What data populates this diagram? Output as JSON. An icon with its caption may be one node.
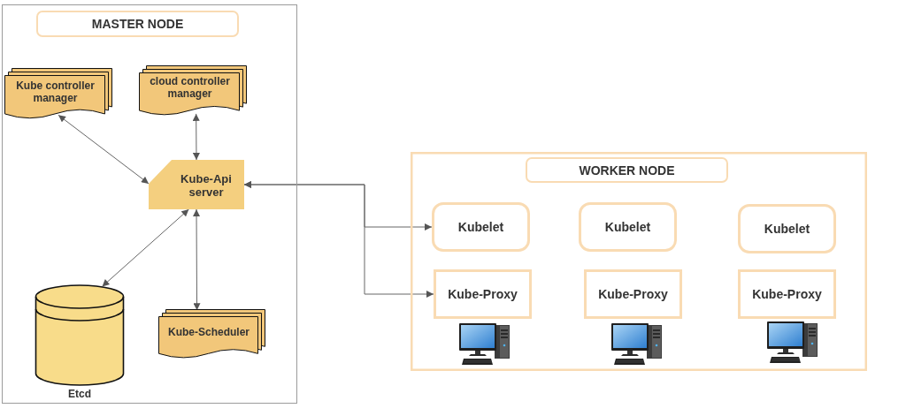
{
  "diagram": {
    "nodes": [
      {
        "text": [],
        "shape": "box"
      },
      {
        "text": [
          "MASTER NODE"
        ],
        "in": 0
      },
      {
        "text": [
          "Kube controller manager"
        ],
        "in": 0
      },
      {
        "text": [
          "cloud controller manager"
        ],
        "in": 0
      },
      {
        "text": [
          "Kube-Api server"
        ],
        "in": 0
      },
      {
        "text": [
          "Etcd"
        ],
        "in": 0
      },
      {
        "text": [
          "Kube-Scheduler"
        ],
        "in": 0
      },
      {
        "text": [],
        "shape": "box"
      },
      {
        "text": [
          "WORKER NODE"
        ],
        "in": 7
      },
      {
        "text": [
          "Kubelet"
        ],
        "in": 7
      },
      {
        "text": [
          "Kubelet"
        ],
        "in": 7
      },
      {
        "text": [
          "Kubelet"
        ],
        "in": 7
      },
      {
        "text": [
          "Kube-Proxy"
        ],
        "in": 7
      },
      {
        "text": [
          "Kube-Proxy"
        ],
        "in": 7
      },
      {
        "text": [
          "Kube-Proxy"
        ],
        "in": 7
      }
    ],
    "edges": [
      {
        "from": 2,
        "to": 4,
        "arrow": "both"
      },
      {
        "from": 3,
        "to": 4,
        "arrow": "both"
      },
      {
        "from": 4,
        "to": 5,
        "arrow": "both"
      },
      {
        "from": 4,
        "to": 6,
        "arrow": "both"
      },
      {
        "from": 4,
        "to": 9,
        "arrow": "both"
      },
      {
        "from": 4,
        "to": 12,
        "arrow": "both"
      }
    ]
  }
}
